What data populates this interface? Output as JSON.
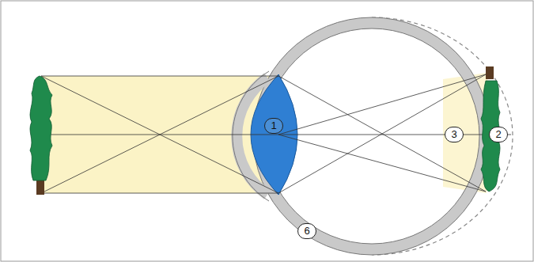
{
  "diagram": {
    "labels": [
      "1",
      "2",
      "3",
      "6"
    ]
  }
}
